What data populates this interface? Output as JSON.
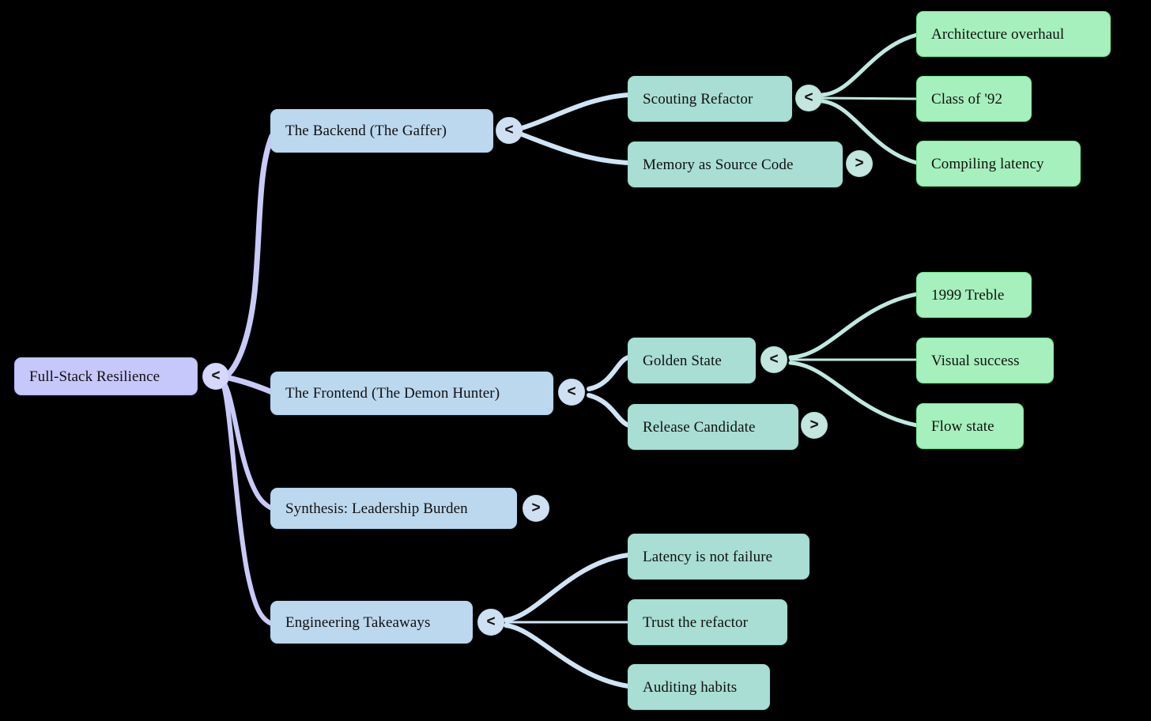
{
  "diagram": {
    "type": "mindmap",
    "title": "Full-Stack Resilience",
    "background": "#000000",
    "colors": {
      "root_fill": "#c6c7fb",
      "level1_fill": "#bcd8ef",
      "level2_fill": "#a8ded4",
      "leaf_fill": "#a5f0bd",
      "leaf_border": "#6ee68f",
      "edge_lavender": "#c9caf8",
      "edge_blue": "#cfe4f5",
      "edge_teal": "#bfe9e0",
      "text": "#12100f"
    },
    "markers": {
      "expanded": "<",
      "collapsed": ">"
    }
  },
  "nodes": {
    "root": {
      "label": "Full-Stack Resilience",
      "marker": "<"
    },
    "backend": {
      "label": "The Backend (The Gaffer)",
      "marker": "<"
    },
    "scouting_refactor": {
      "label": "Scouting Refactor",
      "marker": "<"
    },
    "architecture_overhaul": {
      "label": "Architecture overhaul"
    },
    "class_of_92": {
      "label": "Class of '92"
    },
    "compiling_latency": {
      "label": "Compiling latency"
    },
    "memory_as_source_code": {
      "label": "Memory as Source Code",
      "marker": ">"
    },
    "frontend": {
      "label": "The Frontend (The Demon Hunter)",
      "marker": "<"
    },
    "golden_state": {
      "label": "Golden State",
      "marker": "<"
    },
    "treble_1999": {
      "label": "1999 Treble"
    },
    "visual_success": {
      "label": "Visual success"
    },
    "flow_state": {
      "label": "Flow state"
    },
    "release_candidate": {
      "label": "Release Candidate",
      "marker": ">"
    },
    "synthesis": {
      "label": "Synthesis: Leadership Burden",
      "marker": ">"
    },
    "takeaways": {
      "label": "Engineering Takeaways",
      "marker": "<"
    },
    "latency_not_failure": {
      "label": "Latency is not failure"
    },
    "trust_the_refactor": {
      "label": "Trust the refactor"
    },
    "auditing_habits": {
      "label": "Auditing habits"
    }
  }
}
